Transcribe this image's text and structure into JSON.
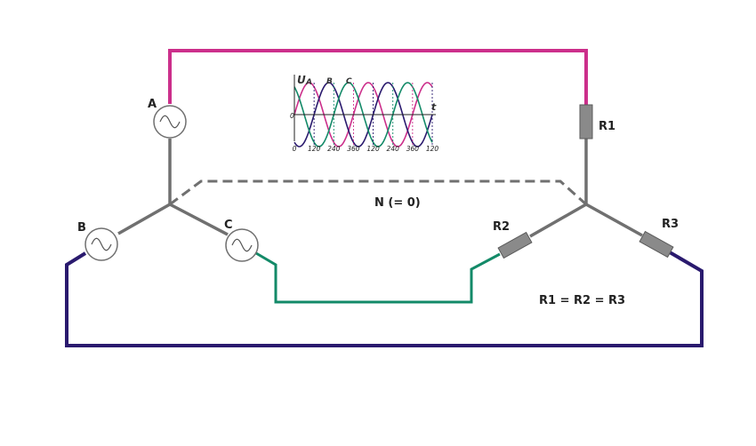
{
  "colors": {
    "phase_a": "#cc2f8b",
    "phase_b": "#2a1a6e",
    "phase_c": "#138a68",
    "junction": "#707070",
    "neutral": "#707070",
    "resistor": "#8a8a8a",
    "source_outline": "#707070"
  },
  "sources": {
    "a": {
      "label": "A",
      "icon": "ac-source-icon"
    },
    "b": {
      "label": "B",
      "icon": "ac-source-icon"
    },
    "c": {
      "label": "C",
      "icon": "ac-source-icon"
    }
  },
  "resistors": {
    "r1": {
      "label": "R1"
    },
    "r2": {
      "label": "R2"
    },
    "r3": {
      "label": "R3"
    }
  },
  "neutral": {
    "label": "N (= 0)"
  },
  "equation": "R1 = R2 = R3",
  "waveform": {
    "y_label": "U",
    "x_label": "t",
    "phase_labels": [
      "A",
      "B",
      "C"
    ],
    "origin_label": "0",
    "x_ticks": [
      "0",
      "120",
      "240",
      "360",
      "120",
      "240",
      "360",
      "120"
    ],
    "phase_offsets_deg": [
      0,
      120,
      240
    ]
  }
}
